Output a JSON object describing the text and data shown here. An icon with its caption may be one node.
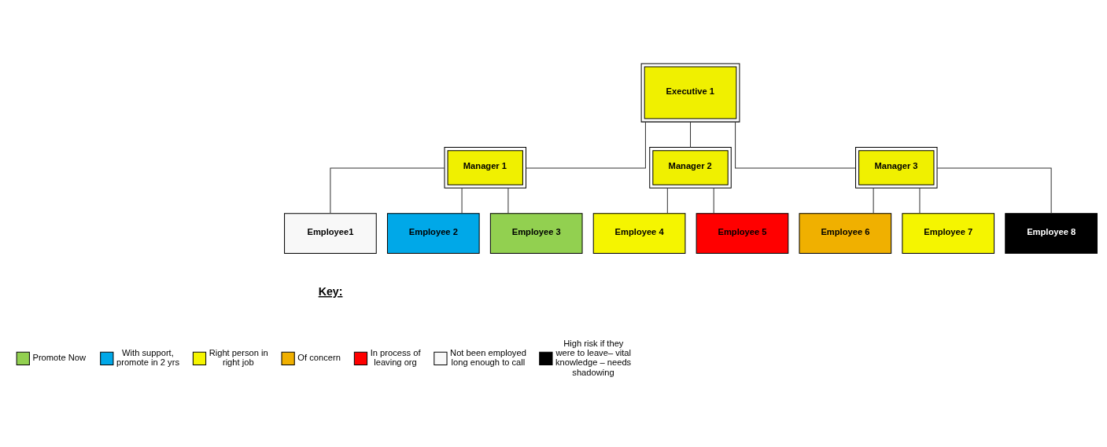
{
  "diagram": {
    "nodes": [
      {
        "text": [
          "Executive 1"
        ]
      },
      {
        "text": [
          "Manager 1"
        ]
      },
      {
        "text": [
          "Manager 2"
        ]
      },
      {
        "text": [
          "Manager 3"
        ]
      },
      {
        "text": [
          "Employee1"
        ]
      },
      {
        "text": [
          "Employee 2"
        ]
      },
      {
        "text": [
          "Employee 3"
        ]
      },
      {
        "text": [
          "Employee 4"
        ]
      },
      {
        "text": [
          "Employee 5"
        ]
      },
      {
        "text": [
          "Employee 6"
        ]
      },
      {
        "text": [
          "Employee 7"
        ]
      },
      {
        "text": [
          "Employee 8"
        ]
      }
    ],
    "edges": [
      {
        "from": 0,
        "to": 1,
        "arrow": "none"
      },
      {
        "from": 0,
        "to": 2,
        "arrow": "none"
      },
      {
        "from": 0,
        "to": 3,
        "arrow": "none"
      },
      {
        "from": 1,
        "to": 4,
        "arrow": "none"
      },
      {
        "from": 1,
        "to": 5,
        "arrow": "none"
      },
      {
        "from": 1,
        "to": 6,
        "arrow": "none"
      },
      {
        "from": 2,
        "to": 7,
        "arrow": "none"
      },
      {
        "from": 2,
        "to": 8,
        "arrow": "none"
      },
      {
        "from": 3,
        "to": 9,
        "arrow": "none"
      },
      {
        "from": 3,
        "to": 10,
        "arrow": "none"
      },
      {
        "from": 3,
        "to": 11,
        "arrow": "none"
      }
    ],
    "labels": [
      "Key:"
    ],
    "legend": [
      {
        "text": "Promote Now",
        "color": "#92d050"
      },
      {
        "text": "With support, promote in 2 yrs",
        "color": "#00a8e8"
      },
      {
        "text": "Right person in right job",
        "color": "#f5f500"
      },
      {
        "text": "Of concern",
        "color": "#f0b000"
      },
      {
        "text": "In process of leaving org",
        "color": "#ff0000"
      },
      {
        "text": "Not been employed long enough to call",
        "color": "#f8f8f8"
      },
      {
        "text": "High risk if they were to leave– vital knowledge – needs shadowing",
        "color": "#000000"
      }
    ]
  }
}
